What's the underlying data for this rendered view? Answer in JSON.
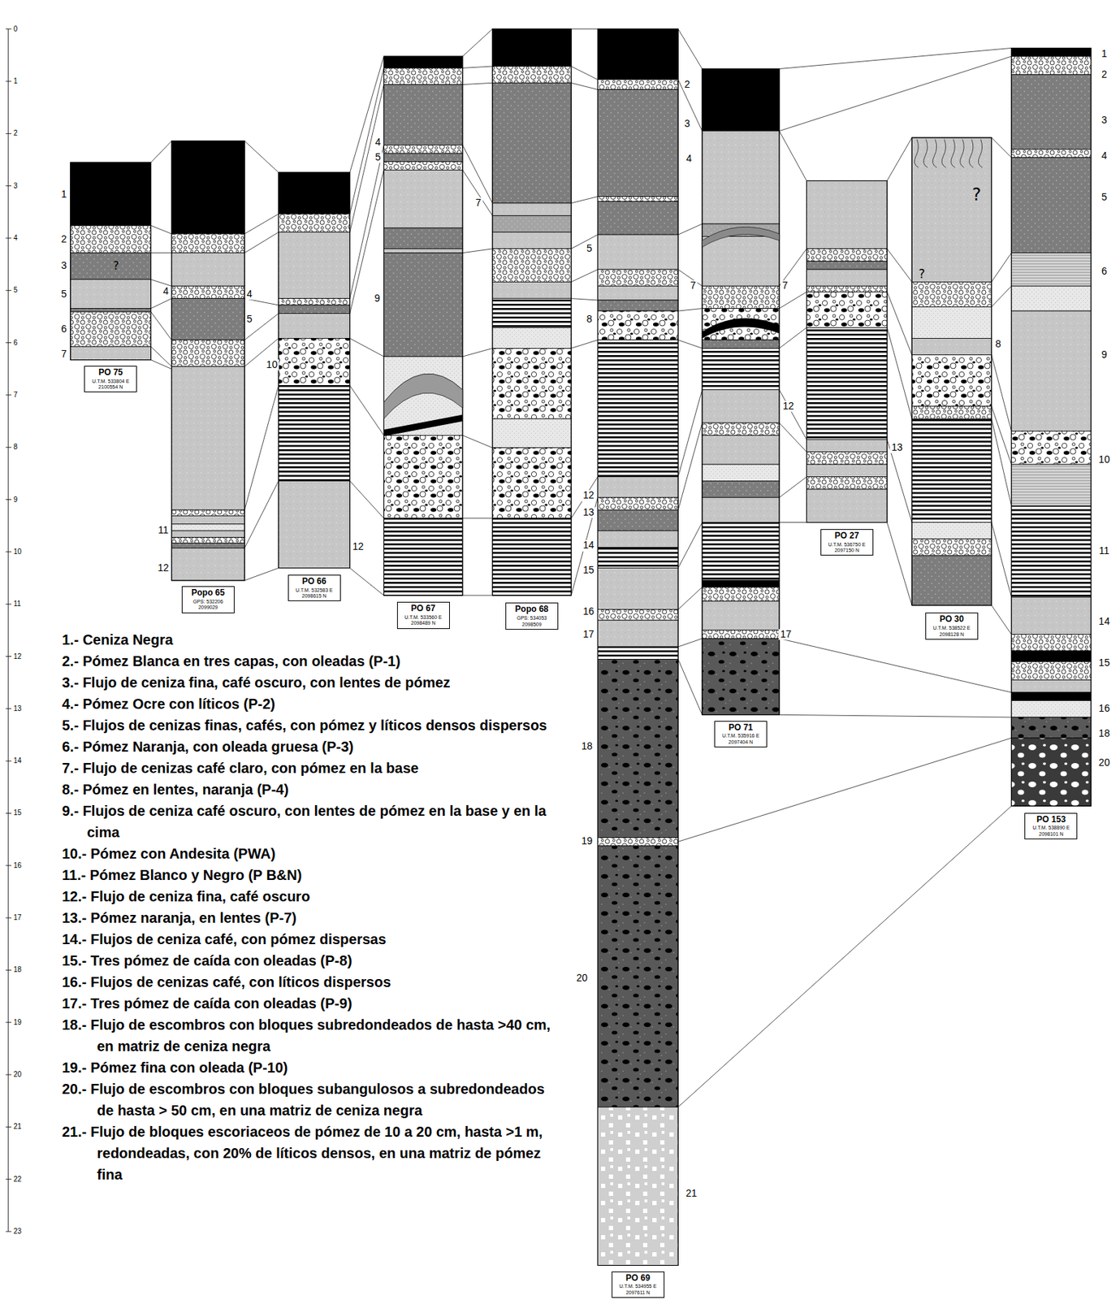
{
  "diagram": {
    "nodes": [
      {
        "text": [
          "PO 75",
          "U.T.M. 533804 E 2100554 N"
        ]
      },
      {
        "text": [
          "Popo 65",
          "GPS: 532206 2099029"
        ]
      },
      {
        "text": [
          "PO 66",
          "U.T.M. 532583 E 2098615 N"
        ]
      },
      {
        "text": [
          "PO 67",
          "U.T.M. 533560 E 2098489 N"
        ]
      },
      {
        "text": [
          "Popo 68",
          "GPS: 534053 2098509"
        ]
      },
      {
        "text": [
          "PO 69",
          "U.T.M. 534955 E 2097611 N"
        ]
      },
      {
        "text": [
          "PO 71",
          "U.T.M. 535916 E 2097404 N"
        ]
      },
      {
        "text": [
          "PO 27",
          "U.T.M. 536750 E 2097150 N"
        ]
      },
      {
        "text": [
          "PO 30",
          "U.T.M. 538522 E 2098128 N"
        ]
      },
      {
        "text": [
          "PO 153",
          "U.T.M. 538890 E 2098101 N"
        ]
      }
    ],
    "labels": [
      "0",
      "1",
      "2",
      "3",
      "4",
      "5",
      "6",
      "7",
      "8",
      "9",
      "10",
      "11",
      "12",
      "13",
      "14",
      "15",
      "16",
      "17",
      "18",
      "19",
      "20",
      "21",
      "22",
      "23",
      "1",
      "2",
      "3",
      "5",
      "6",
      "7",
      "4",
      "4",
      "5",
      "11",
      "12",
      "10",
      "12",
      "4",
      "5",
      "9",
      "7",
      "2",
      "3",
      "4",
      "5",
      "7",
      "8",
      "12",
      "13",
      "14",
      "15",
      "16",
      "17",
      "18",
      "19",
      "20",
      "21",
      "7",
      "12",
      "17",
      "13",
      "8",
      "1",
      "2",
      "3",
      "4",
      "5",
      "6",
      "9",
      "10",
      "11",
      "14",
      "15",
      "16",
      "18",
      "20",
      "?",
      "?",
      "?"
    ],
    "legend": [
      {
        "text": "1.- Ceniza Negra"
      },
      {
        "text": "2.- Pómez Blanca en tres capas, con oleadas (P-1)"
      },
      {
        "text": "3.- Flujo de ceniza fina, café oscuro, con lentes de pómez"
      },
      {
        "text": "4.- Pómez Ocre con líticos (P-2)"
      },
      {
        "text": "5.- Flujos de cenizas finas, cafés, con pómez y líticos densos dispersos"
      },
      {
        "text": "6.- Pómez Naranja, con oleada gruesa (P-3)"
      },
      {
        "text": "7.- Flujo de cenizas café claro, con pómez en la base"
      },
      {
        "text": "8.- Pómez en lentes, naranja (P-4)"
      },
      {
        "text": "9.- Flujos de ceniza café oscuro, con lentes de pómez en la base y en la cima"
      },
      {
        "text": "10.- Pómez con Andesita (PWA)"
      },
      {
        "text": "11.- Pómez Blanco y Negro (P B&N)"
      },
      {
        "text": "12.- Flujo de ceniza fina, café oscuro"
      },
      {
        "text": "13.- Pómez naranja, en lentes (P-7)"
      },
      {
        "text": "14.- Flujos de ceniza café, con pómez dispersas"
      },
      {
        "text": "15.- Tres pómez de caída con oleadas (P-8)"
      },
      {
        "text": "16.- Flujos de cenizas café, con líticos dispersos"
      },
      {
        "text": "17.- Tres pómez de caída con oleadas (P-9)"
      },
      {
        "text": "18.- Flujo de escombros con bloques subredondeados de hasta >40 cm, en matriz de ceniza negra"
      },
      {
        "text": "19.- Pómez fina con oleada (P-10)"
      },
      {
        "text": "20.- Flujo de escombros con bloques subangulosos a subredondeados de hasta > 50 cm, en una matriz de ceniza negra"
      },
      {
        "text": "21.- Flujo de bloques escoriaceos de pómez de 10 a 20 cm, hasta >1 m, redondeadas, con 20% de líticos densos, en una matriz de pómez fina"
      }
    ]
  }
}
